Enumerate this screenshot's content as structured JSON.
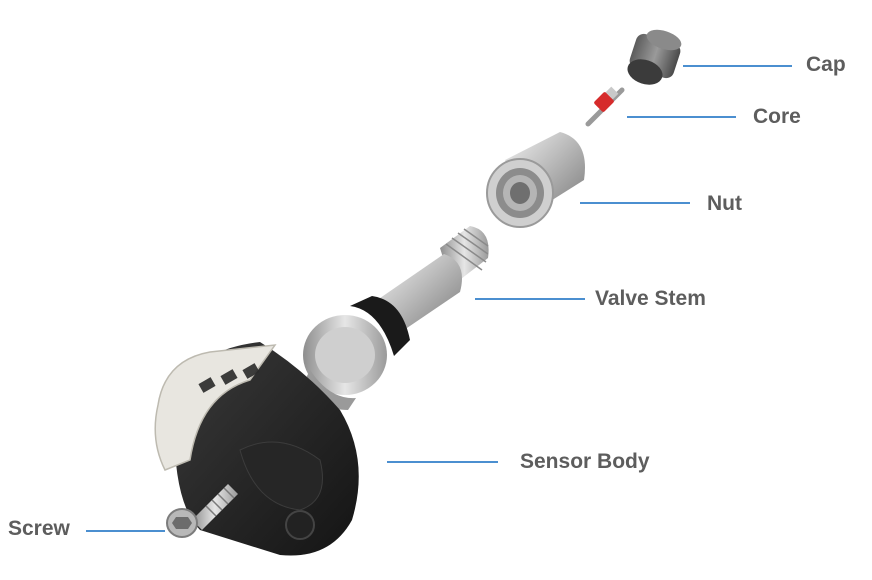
{
  "labels": {
    "cap": "Cap",
    "core": "Core",
    "nut": "Nut",
    "valve_stem": "Valve Stem",
    "sensor_body": "Sensor Body",
    "screw": "Screw"
  },
  "colors": {
    "label_text": "#5d5d5d",
    "leader_line": "#4b8fd0"
  }
}
